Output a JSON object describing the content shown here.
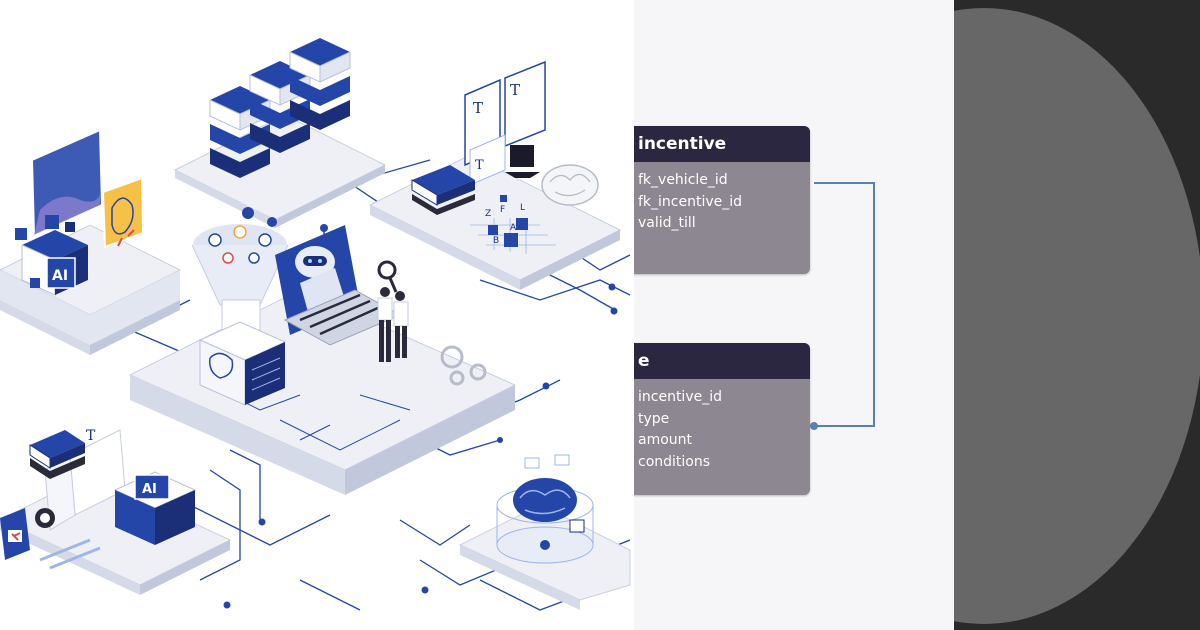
{
  "colors": {
    "accent_blue": "#2446a8",
    "dark_blue": "#1a2f78",
    "light_blue": "#9fb6e8",
    "table_header": "#2b2740",
    "table_body": "#8c8790",
    "connector": "#5a7fb5",
    "dark_panel": "#2a2a2a",
    "circle": "#676767"
  },
  "illustration": {
    "ai_badge_top": "AI",
    "ai_badge_bottom": "AI",
    "doc_letter_a": "T",
    "doc_letter_b": "T",
    "doc_letter_c": "T",
    "doc_letter_d": "T",
    "cube_letter_z": "Z",
    "cube_letter_f": "F",
    "cube_letter_l": "L",
    "cube_letter_b": "B",
    "cube_letter_a": "A"
  },
  "erd": {
    "tables": [
      {
        "header": "incentive",
        "fields": [
          "fk_vehicle_id",
          "fk_incentive_id",
          "valid_till"
        ]
      },
      {
        "header": "e",
        "fields": [
          "incentive_id",
          "type",
          "amount",
          "conditions"
        ]
      }
    ]
  }
}
